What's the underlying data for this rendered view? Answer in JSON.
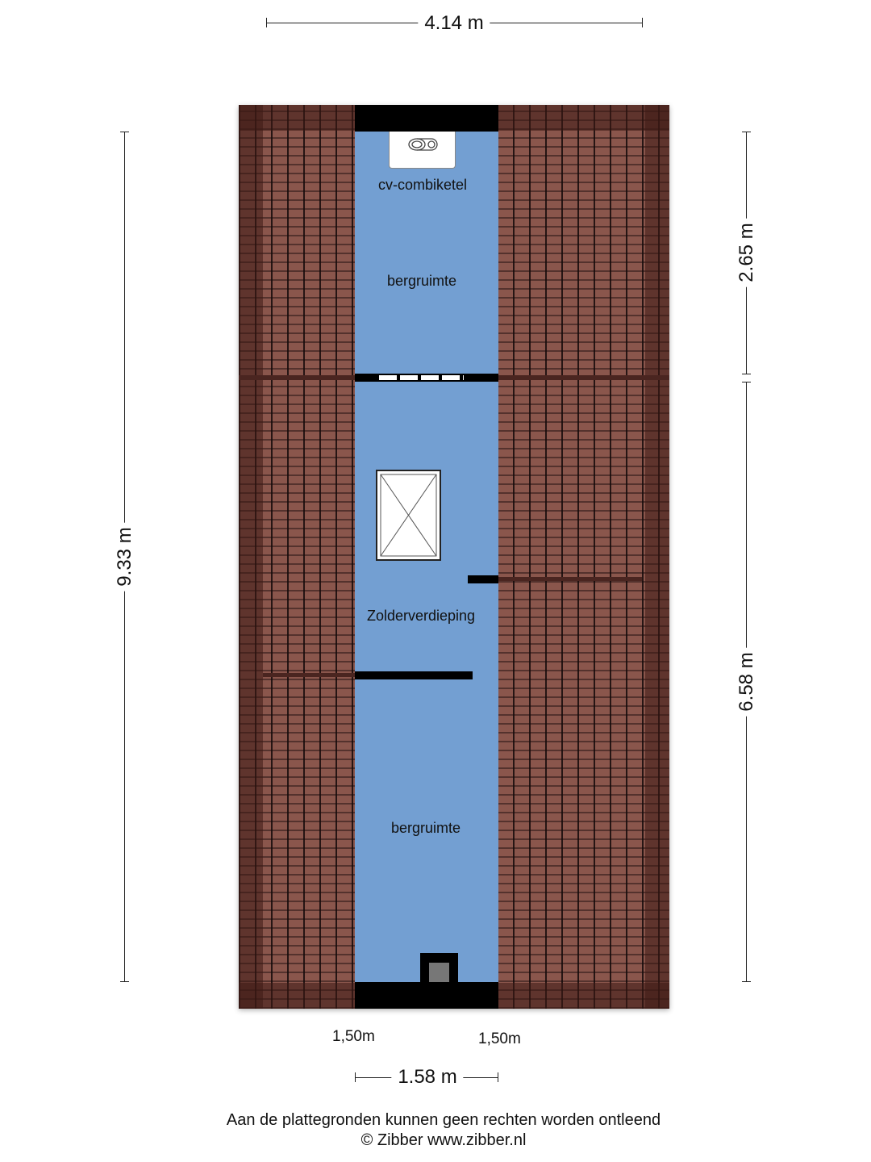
{
  "dimensions": {
    "width_total": "4.14 m",
    "height_total": "9.33 m",
    "height_upper": "2.65 m",
    "height_lower": "6.58 m",
    "width_inner": "1.58 m",
    "side_left": "1,50m",
    "side_right": "1,50m"
  },
  "rooms": {
    "boiler": "cv-combiketel",
    "storage_top": "bergruimte",
    "attic": "Zolderverdieping",
    "storage_bottom": "bergruimte"
  },
  "footer": {
    "disclaimer": "Aan de plattegronden kunnen geen rechten worden ontleend",
    "copyright": "© Zibber www.zibber.nl"
  },
  "colors": {
    "room": "#739fd2",
    "roof": "#8a564c",
    "wall": "#000000"
  }
}
